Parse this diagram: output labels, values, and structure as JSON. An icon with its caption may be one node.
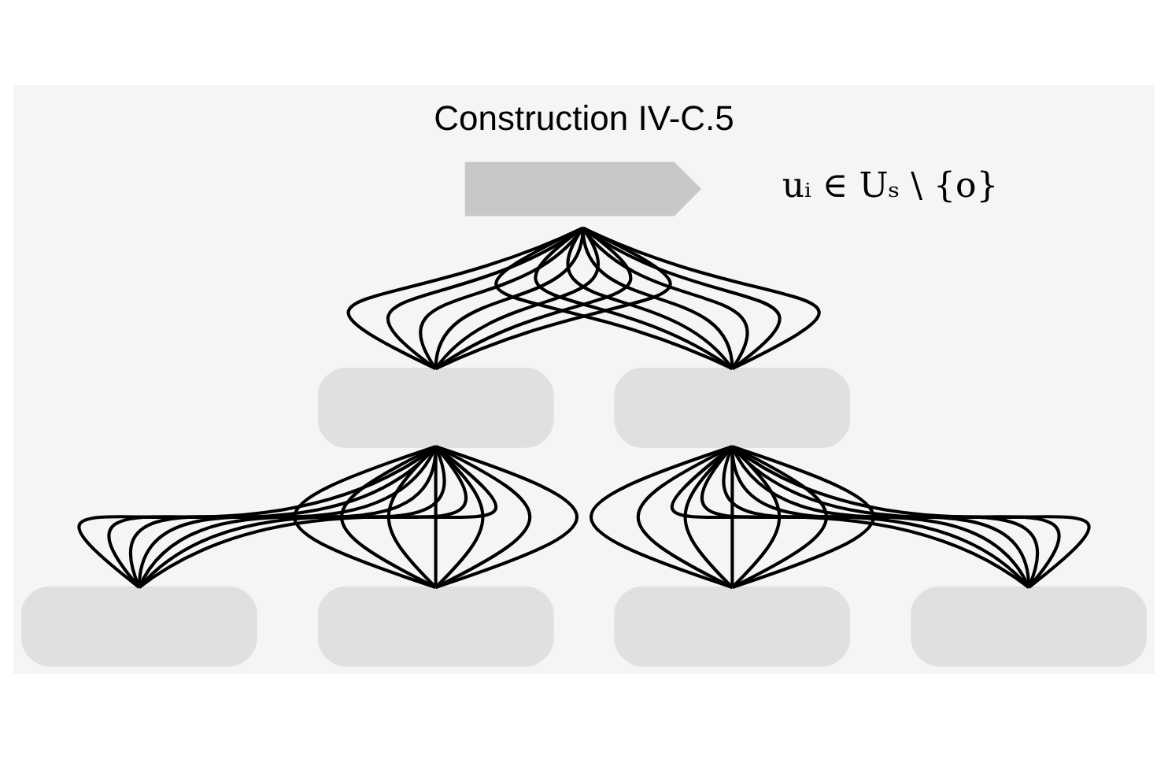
{
  "diagram": {
    "title": "Construction IV-C.5",
    "nodes": [
      {
        "text": [],
        "shape": "box",
        "beside": [
          "uᵢ ∈ Uₛ \\ {o}"
        ]
      },
      {
        "text": [],
        "shape": "box"
      },
      {
        "text": [],
        "shape": "box"
      },
      {
        "text": [],
        "shape": "box"
      },
      {
        "text": [],
        "shape": "box"
      },
      {
        "text": [],
        "shape": "box"
      },
      {
        "text": [],
        "shape": "box"
      }
    ],
    "edges": [
      {
        "from": 0,
        "to": 1,
        "arrow": "none"
      },
      {
        "from": 0,
        "to": 1,
        "arrow": "none"
      },
      {
        "from": 0,
        "to": 1,
        "arrow": "none"
      },
      {
        "from": 0,
        "to": 1,
        "arrow": "none"
      },
      {
        "from": 0,
        "to": 1,
        "arrow": "none"
      },
      {
        "from": 0,
        "to": 1,
        "arrow": "none"
      },
      {
        "from": 0,
        "to": 1,
        "arrow": "none"
      },
      {
        "from": 0,
        "to": 2,
        "arrow": "none"
      },
      {
        "from": 0,
        "to": 2,
        "arrow": "none"
      },
      {
        "from": 0,
        "to": 2,
        "arrow": "none"
      },
      {
        "from": 0,
        "to": 2,
        "arrow": "none"
      },
      {
        "from": 0,
        "to": 2,
        "arrow": "none"
      },
      {
        "from": 0,
        "to": 2,
        "arrow": "none"
      },
      {
        "from": 0,
        "to": 2,
        "arrow": "none"
      },
      {
        "from": 1,
        "to": 3,
        "arrow": "none"
      },
      {
        "from": 1,
        "to": 3,
        "arrow": "none"
      },
      {
        "from": 1,
        "to": 3,
        "arrow": "none"
      },
      {
        "from": 1,
        "to": 3,
        "arrow": "none"
      },
      {
        "from": 1,
        "to": 3,
        "arrow": "none"
      },
      {
        "from": 1,
        "to": 3,
        "arrow": "none"
      },
      {
        "from": 1,
        "to": 3,
        "arrow": "none"
      },
      {
        "from": 1,
        "to": 4,
        "arrow": "none"
      },
      {
        "from": 1,
        "to": 4,
        "arrow": "none"
      },
      {
        "from": 1,
        "to": 4,
        "arrow": "none"
      },
      {
        "from": 1,
        "to": 4,
        "arrow": "none"
      },
      {
        "from": 1,
        "to": 4,
        "arrow": "none"
      },
      {
        "from": 1,
        "to": 4,
        "arrow": "none"
      },
      {
        "from": 1,
        "to": 4,
        "arrow": "none"
      },
      {
        "from": 2,
        "to": 5,
        "arrow": "none"
      },
      {
        "from": 2,
        "to": 5,
        "arrow": "none"
      },
      {
        "from": 2,
        "to": 5,
        "arrow": "none"
      },
      {
        "from": 2,
        "to": 5,
        "arrow": "none"
      },
      {
        "from": 2,
        "to": 5,
        "arrow": "none"
      },
      {
        "from": 2,
        "to": 5,
        "arrow": "none"
      },
      {
        "from": 2,
        "to": 5,
        "arrow": "none"
      },
      {
        "from": 2,
        "to": 6,
        "arrow": "none"
      },
      {
        "from": 2,
        "to": 6,
        "arrow": "none"
      },
      {
        "from": 2,
        "to": 6,
        "arrow": "none"
      },
      {
        "from": 2,
        "to": 6,
        "arrow": "none"
      },
      {
        "from": 2,
        "to": 6,
        "arrow": "none"
      },
      {
        "from": 2,
        "to": 6,
        "arrow": "none"
      },
      {
        "from": 2,
        "to": 6,
        "arrow": "none"
      }
    ]
  }
}
